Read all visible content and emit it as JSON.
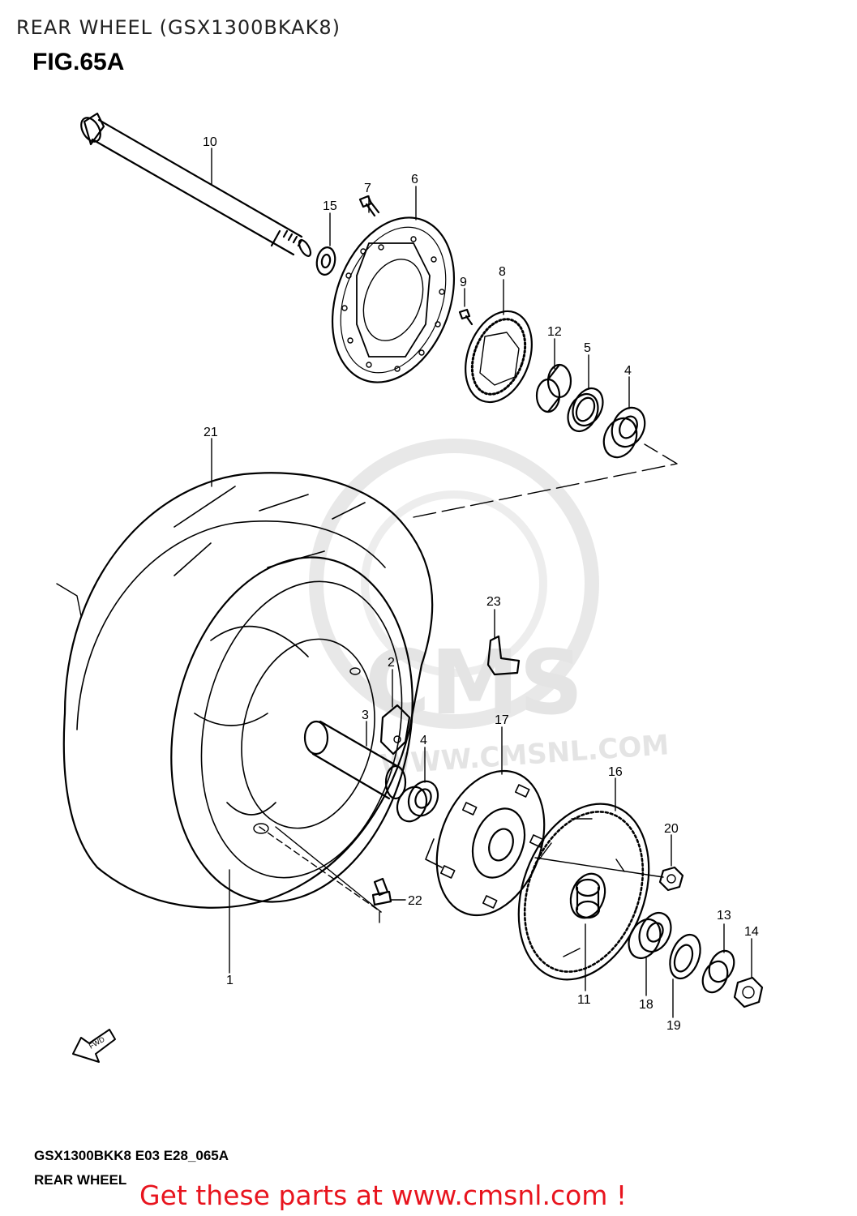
{
  "header": {
    "title": "REAR WHEEL (GSX1300BKAK8)"
  },
  "figure": {
    "label": "FIG.65A"
  },
  "diagram": {
    "forward_arrow_label": "FWD",
    "watermark_text": "CMS",
    "watermark_url": "WWW.CMSNL.COM",
    "callouts": [
      "1",
      "2",
      "3",
      "4",
      "4",
      "5",
      "6",
      "7",
      "8",
      "9",
      "10",
      "11",
      "12",
      "13",
      "14",
      "15",
      "16",
      "17",
      "18",
      "19",
      "20",
      "21",
      "22",
      "23"
    ]
  },
  "footer": {
    "code": "GSX1300BKK8 E03 E28_065A",
    "name": "REAR WHEEL",
    "promo": "Get these parts at www.cmsnl.com !"
  }
}
